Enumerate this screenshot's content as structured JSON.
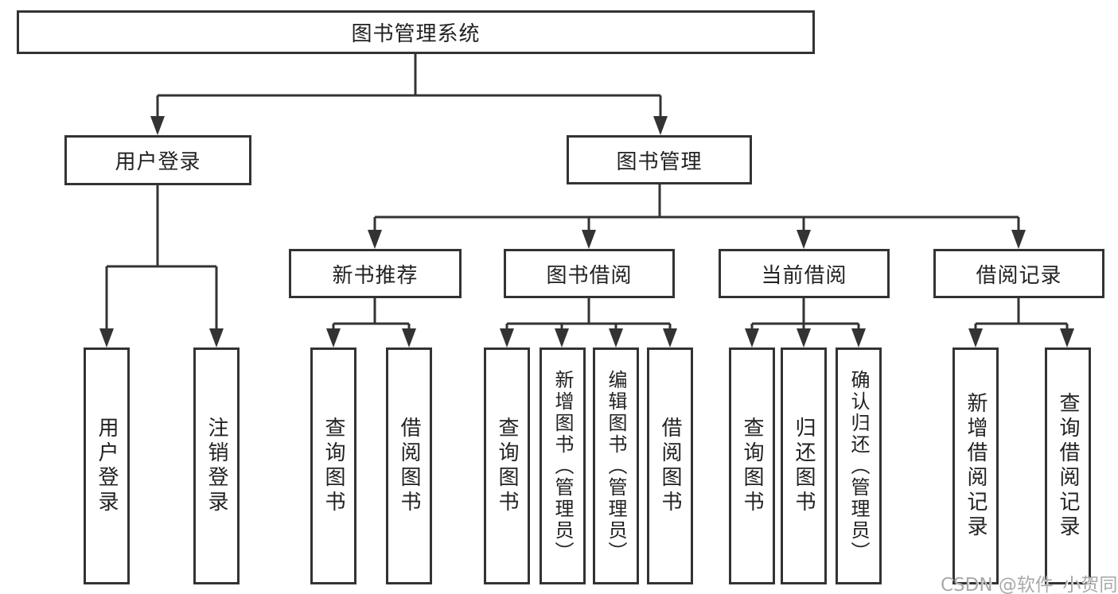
{
  "diagram": {
    "title": "图书管理系统",
    "root": {
      "label": "图书管理系统"
    },
    "branches": [
      {
        "label": "用户登录"
      },
      {
        "label": "图书管理"
      }
    ],
    "modules": [
      {
        "label": "新书推荐"
      },
      {
        "label": "图书借阅"
      },
      {
        "label": "当前借阅"
      },
      {
        "label": "借阅记录"
      }
    ],
    "leaves": [
      {
        "label": "用户登录",
        "parent": "用户登录"
      },
      {
        "label": "注销登录",
        "parent": "用户登录"
      },
      {
        "label": "查询图书",
        "parent": "新书推荐"
      },
      {
        "label": "借阅图书",
        "parent": "新书推荐"
      },
      {
        "label": "查询图书",
        "parent": "图书借阅"
      },
      {
        "label": "新增图书（管理员）",
        "parent": "图书借阅"
      },
      {
        "label": "编辑图书（管理员）",
        "parent": "图书借阅"
      },
      {
        "label": "借阅图书",
        "parent": "图书借阅"
      },
      {
        "label": "查询图书",
        "parent": "当前借阅"
      },
      {
        "label": "归还图书",
        "parent": "当前借阅"
      },
      {
        "label": "确认归还（管理员）",
        "parent": "当前借阅"
      },
      {
        "label": "新增借阅记录",
        "parent": "借阅记录"
      },
      {
        "label": "查询借阅记录",
        "parent": "借阅记录"
      }
    ]
  },
  "watermark": {
    "text": "CSDN @软件_小贺同学"
  },
  "colors": {
    "line": "#333333",
    "text": "#222222",
    "background": "#ffffff",
    "watermark": "#a9a9a9"
  }
}
